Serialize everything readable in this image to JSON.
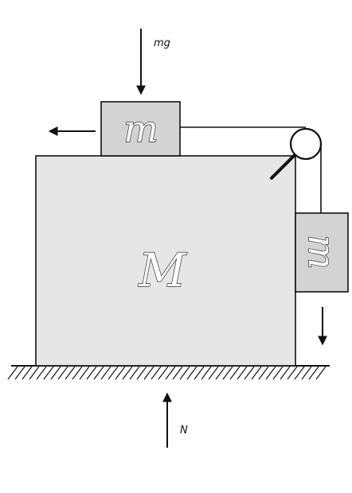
{
  "labels": {
    "top_force": "mg",
    "bottom_force": "N",
    "big_block": "M",
    "top_block": "m",
    "side_block": "m"
  },
  "colors": {
    "big_block_fill": "#e6e6e6",
    "small_block_fill": "#d3d3d3",
    "stroke": "#111111",
    "background": "#ffffff"
  }
}
